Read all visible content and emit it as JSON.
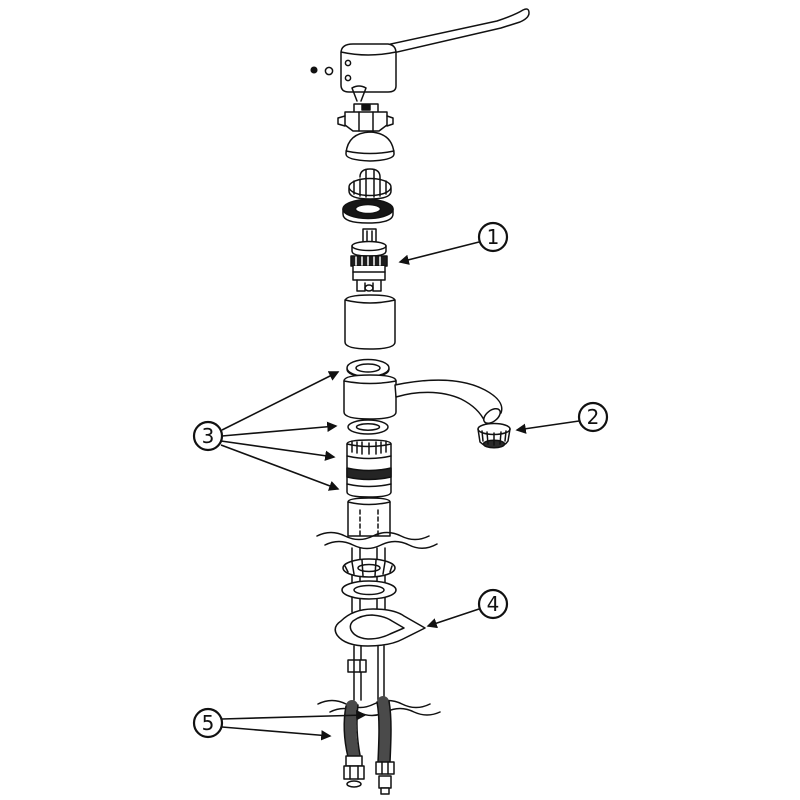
{
  "diagram": {
    "type": "exploded-parts-diagram",
    "subject": "single-lever-tap-exploded-view",
    "background_color": "#ffffff",
    "line_color": "#111111",
    "callouts": [
      {
        "label": "1"
      },
      {
        "label": "2"
      },
      {
        "label": "3"
      },
      {
        "label": "4"
      },
      {
        "label": "5"
      }
    ]
  }
}
